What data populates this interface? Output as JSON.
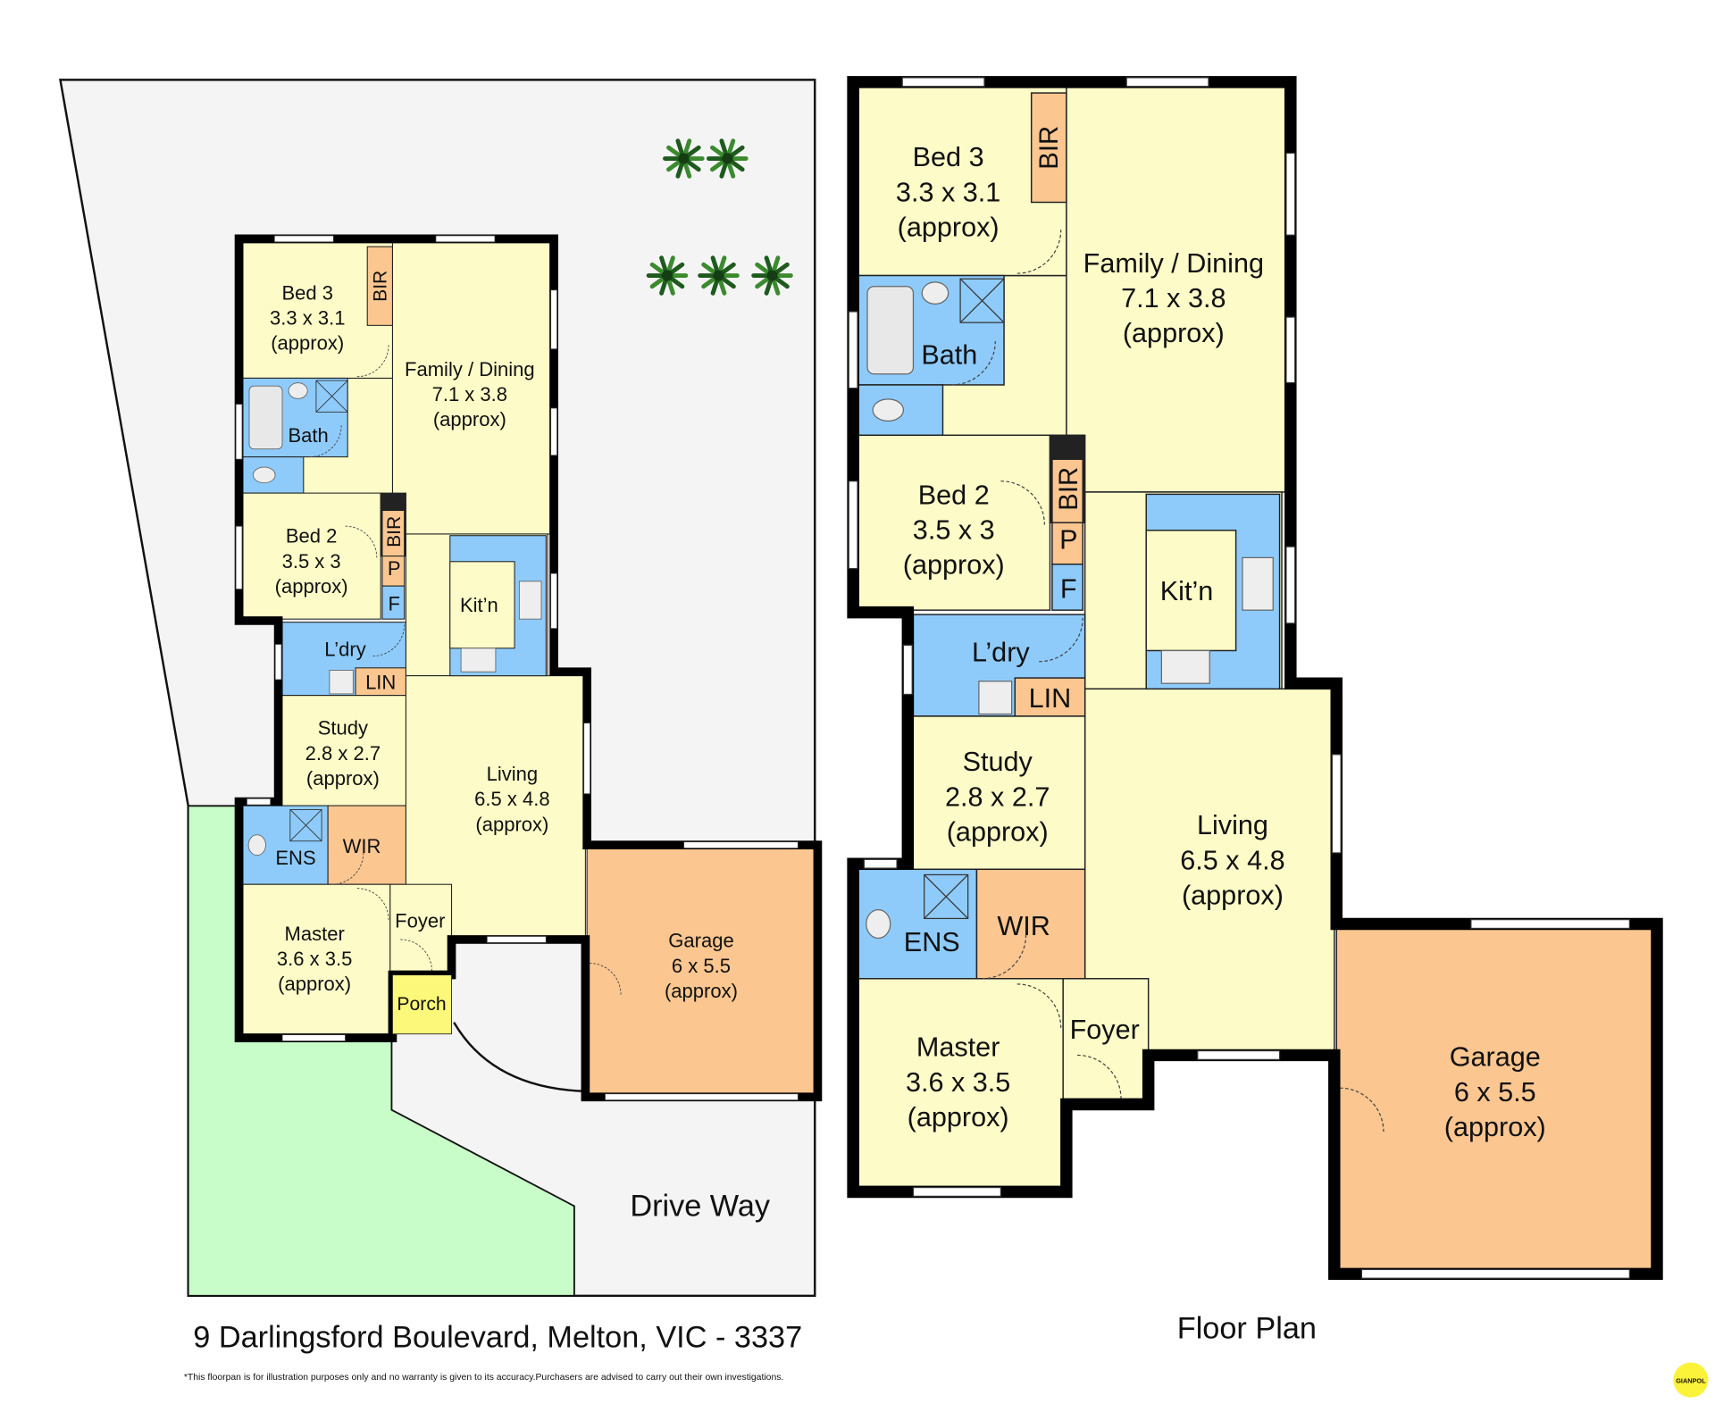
{
  "address": "9 Darlingsford Boulevard, Melton, VIC - 3337",
  "plan_title": "Floor Plan",
  "driveway_label": "Drive Way",
  "disclaimer": "*This floorpan is for illustration purposes only and no warranty is given to its accuracy.Purchasers are advised to carry out their own investigations.",
  "logo_text": "GIANPOL",
  "colors": {
    "living": "#fdfcc8",
    "wet": "#8ecbfb",
    "storage": "#fbc690",
    "porch": "#fbf87a",
    "lawn": "#c8fcc8",
    "site": "#f4f4f4",
    "wall": "#000000",
    "logo": "#fbf23a"
  },
  "rooms": {
    "bed3": [
      "Bed 3",
      "3.3 x 3.1",
      "(approx)"
    ],
    "family": [
      "Family / Dining",
      "7.1 x 3.8",
      "(approx)"
    ],
    "bath": [
      "Bath"
    ],
    "bed2": [
      "Bed 2",
      "3.5 x 3",
      "(approx)"
    ],
    "kitchen": [
      "Kit’n"
    ],
    "laundry": [
      "L’dry"
    ],
    "linen": [
      "LIN"
    ],
    "study": [
      "Study",
      "2.8 x 2.7",
      "(approx)"
    ],
    "living": [
      "Living",
      "6.5 x 4.8",
      "(approx)"
    ],
    "ensuite": [
      "ENS"
    ],
    "wir": [
      "WIR"
    ],
    "master": [
      "Master",
      "3.6 x 3.5",
      "(approx)"
    ],
    "foyer": [
      "Foyer"
    ],
    "porch": [
      "Porch"
    ],
    "garage": [
      "Garage",
      "6 x 5.5",
      "(approx)"
    ],
    "bir": [
      "BIR"
    ],
    "pantry": [
      "P"
    ],
    "fridge": [
      "F"
    ]
  }
}
